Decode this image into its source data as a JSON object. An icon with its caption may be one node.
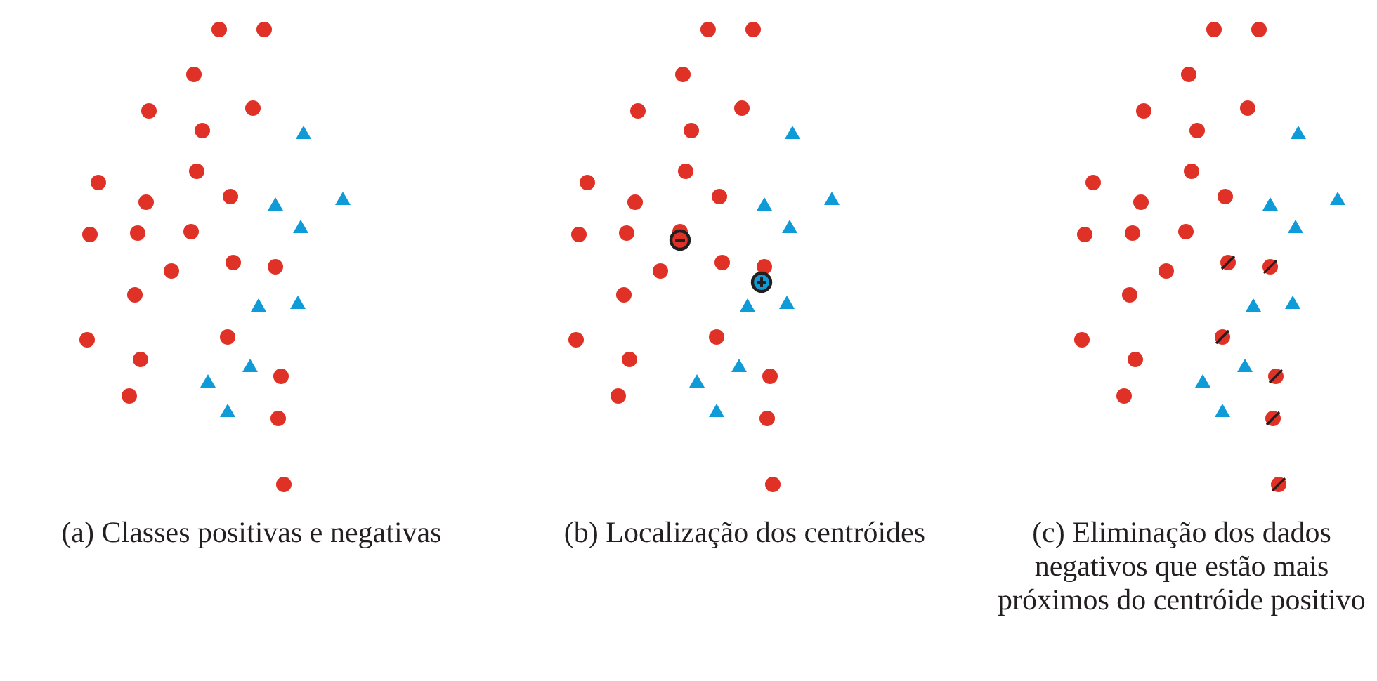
{
  "diagram": {
    "labels": [
      "(a) Classes positivas e negativas",
      "(b) Localização dos centróides",
      "(c) Eliminação dos dados negativos que estão mais próximos do centróide positivo"
    ]
  }
}
